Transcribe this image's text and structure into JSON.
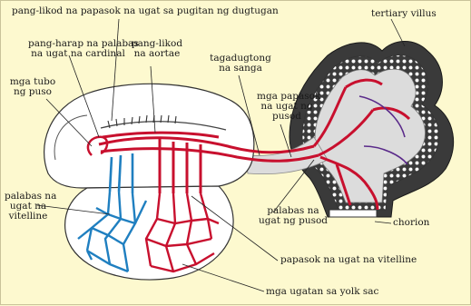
{
  "labels": {
    "top_vessels": "pang-likod na papasok na ugat sa pugitan ng dugtugan",
    "anterior_cardinal_1": "pang-harap na palabas",
    "anterior_cardinal_2": "na ugat na cardinal",
    "dorsal_aorta_1": "pang-likod",
    "dorsal_aorta_2": "na aortae",
    "heart_tubes_1": "mga tubo",
    "heart_tubes_2": "ng puso",
    "branch_1": "tagadugtong",
    "branch_2": "na sanga",
    "umbilical_artery_1": "mga papasok",
    "umbilical_artery_2": "na ugat ng",
    "umbilical_artery_3": "pusod",
    "tertiary_villus": "tertiary villus",
    "vitelline_vein_1": "palabas na",
    "vitelline_vein_2": "ugat na",
    "vitelline_vein_3": "vitelline",
    "umbilical_vein_1": "palabas na",
    "umbilical_vein_2": "ugat ng pusod",
    "chorion": "chorion",
    "vitelline_artery": "papasok na ugat na vitelline",
    "yolk_sac_vessels": "mga ugatan sa yolk sac"
  },
  "colors": {
    "artery": "#c8102e",
    "vein": "#1f7fc0",
    "tissue_light": "#dcdcdc",
    "tissue_dark": "#3a3a3a",
    "background": "#fdf9cf"
  }
}
